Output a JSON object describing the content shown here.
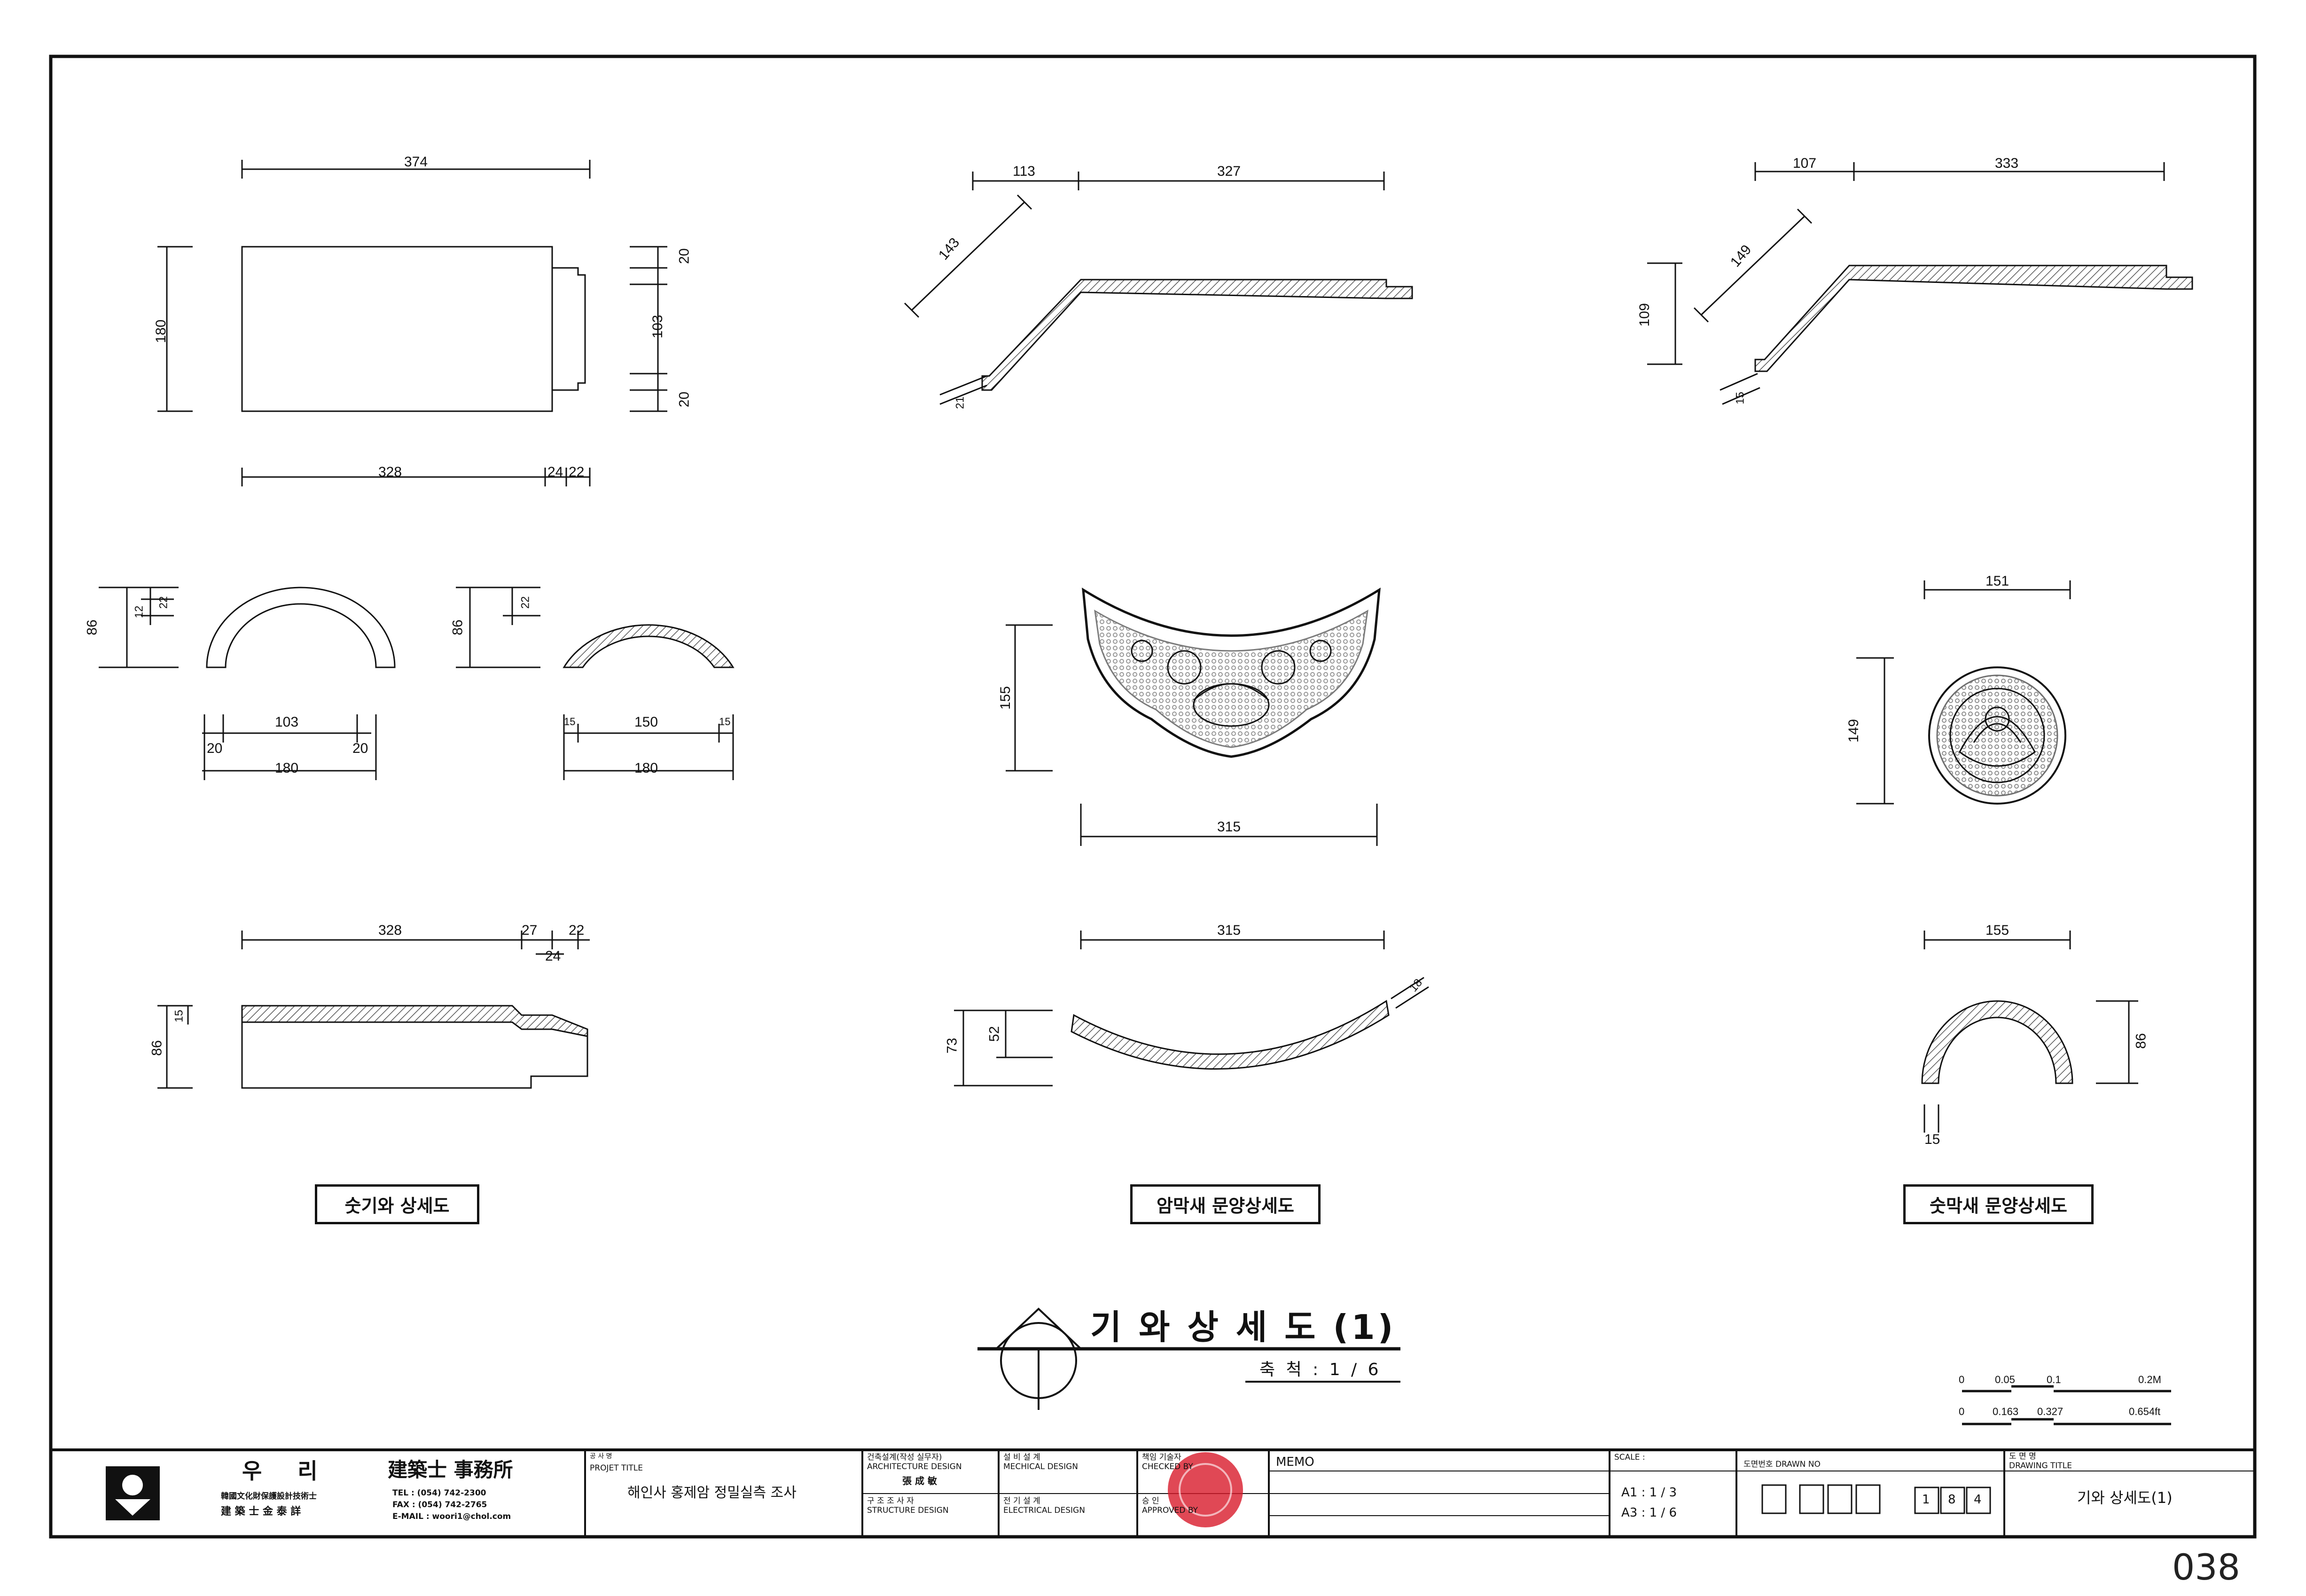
{
  "views": {
    "sutgiwa": {
      "top_dims": [
        "374",
        "328",
        "24",
        "22"
      ],
      "side_dims": [
        "180",
        "20",
        "103",
        "20"
      ],
      "end_a_dims": [
        "86",
        "12",
        "22",
        "103",
        "20",
        "20",
        "180"
      ],
      "end_b_dims": [
        "86",
        "22",
        "15",
        "150",
        "15",
        "180"
      ],
      "profile_dims": [
        "328",
        "27",
        "22",
        "24",
        "86",
        "15"
      ],
      "title": "숫기와 상세도"
    },
    "ammaksae": {
      "profile_dims": [
        "113",
        "327",
        "143",
        "21"
      ],
      "front_dims": [
        "155",
        "315"
      ],
      "curve_dims": [
        "315",
        "18",
        "73",
        "52"
      ],
      "title": "암막새 문양상세도"
    },
    "sutmaksae": {
      "profile_dims": [
        "107",
        "333",
        "149",
        "109",
        "15"
      ],
      "front_dims": [
        "151",
        "149"
      ],
      "end_dims": [
        "155",
        "86",
        "15"
      ],
      "title": "숫막새 문양상세도"
    }
  },
  "drawing": {
    "main_title": "기 와 상 세 도 (1)",
    "scale_label": "축 척 : 1 / 6",
    "scale_bar_m": [
      "0",
      "0.05",
      "0.1",
      "0.2M"
    ],
    "scale_bar_ft": [
      "0",
      "0.163",
      "0.327",
      "0.654ft"
    ]
  },
  "title_block": {
    "office_name_1": "우 리",
    "office_name_2": "建築士 事務所",
    "office_sub": "韓國文化財保護設計技術士",
    "office_person": "建 築 士   金 泰 詳",
    "tel": "TEL : (054) 742-2300",
    "fax": "FAX : (054) 742-2765",
    "email": "E-MAIL : woori1@chol.com",
    "project_label_ko": "공 사 명",
    "project_label_en": "PROJET TITLE",
    "project_title": "해인사 홍제암 정밀실측 조사",
    "arch_label_ko": "건축설계(작성 실무자)",
    "arch_label_en": "ARCHITECTURE DESIGN",
    "arch_name": "張 成 敏",
    "struct_label_ko": "구 조 조 사 자",
    "struct_label_en": "STRUCTURE DESIGN",
    "mech_label_ko": "설 비 설 계",
    "mech_label_en": "MECHICAL DESIGN",
    "elec_label_ko": "전 기 설 계",
    "elec_label_en": "ELECTRICAL DESIGN",
    "check_label_ko": "책임 기술자",
    "check_label_en": "CHECKED BY",
    "approve_label_ko": "승 인",
    "approve_label_en": "APPROVED BY",
    "memo": "MEMO",
    "scale_head": "SCALE :",
    "scale_a1": "A1 : 1 / 3",
    "scale_a3": "A3 : 1 / 6",
    "drawing_no_label": "도면번호 DRAWN NO",
    "drawing_no_digits": [
      "1",
      "8",
      "4"
    ],
    "drawing_title_label_ko": "도 면 명",
    "drawing_title_label_en": "DRAWING TITLE",
    "drawing_title": "기와 상세도(1)"
  },
  "page_number": "038"
}
